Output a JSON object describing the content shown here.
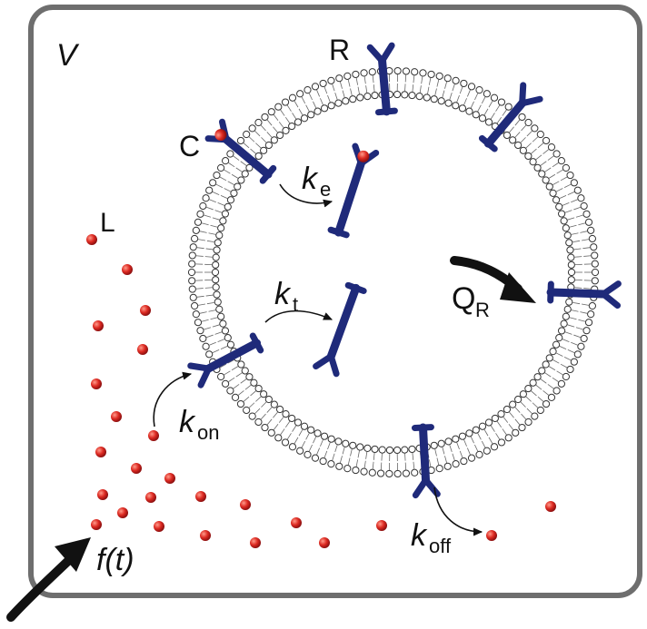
{
  "labels": {
    "volume": "V",
    "receptor": "R",
    "complex": "C",
    "ligand": "L",
    "k_e_base": "k",
    "k_e_sub": "e",
    "k_t_base": "k",
    "k_t_sub": "t",
    "k_on_base": "k",
    "k_on_sub": "on",
    "k_off_base": "k",
    "k_off_sub": "off",
    "q_r_base": "Q",
    "q_r_sub": "R",
    "input_flux": "f(t)"
  },
  "colors": {
    "frame": "#6e6e6e",
    "receptor": "#1f2a7a",
    "ligand": "#d42020",
    "membrane": "#333333",
    "arrow": "#111111"
  }
}
